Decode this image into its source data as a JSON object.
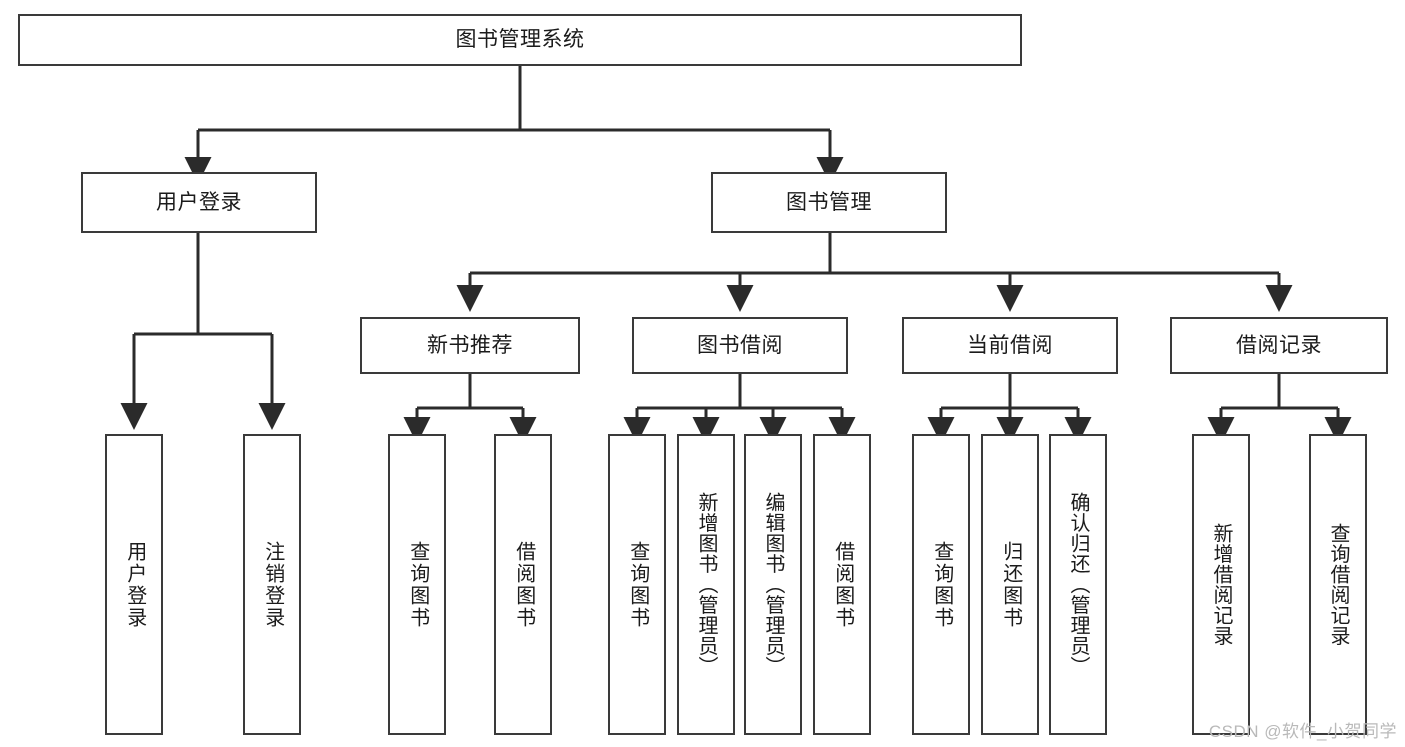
{
  "diagram": {
    "title": "图书管理系统",
    "watermark": "CSDN @软件_小贺同学",
    "style": {
      "stroke": "#3a3a3a",
      "background": "#ffffff",
      "text": "#1b1b1b",
      "watermark_color": "#b9b9b9"
    },
    "root": {
      "label": "图书管理系统"
    },
    "level1": [
      {
        "label": "用户登录"
      },
      {
        "label": "图书管理"
      }
    ],
    "level2": [
      {
        "label": "新书推荐"
      },
      {
        "label": "图书借阅"
      },
      {
        "label": "当前借阅"
      },
      {
        "label": "借阅记录"
      }
    ],
    "leaves": {
      "user_login": [
        {
          "label": "用户登录"
        },
        {
          "label": "注销登录"
        }
      ],
      "new_book_recommend": [
        {
          "label": "查询图书"
        },
        {
          "label": "借阅图书"
        }
      ],
      "book_borrow": [
        {
          "label": "查询图书"
        },
        {
          "label": "新增图书（管理员）"
        },
        {
          "label": "编辑图书（管理员）"
        },
        {
          "label": "借阅图书"
        }
      ],
      "current_borrow": [
        {
          "label": "查询图书"
        },
        {
          "label": "归还图书"
        },
        {
          "label": "确认归还（管理员）"
        }
      ],
      "borrow_record": [
        {
          "label": "新增借阅记录"
        },
        {
          "label": "查询借阅记录"
        }
      ]
    }
  }
}
